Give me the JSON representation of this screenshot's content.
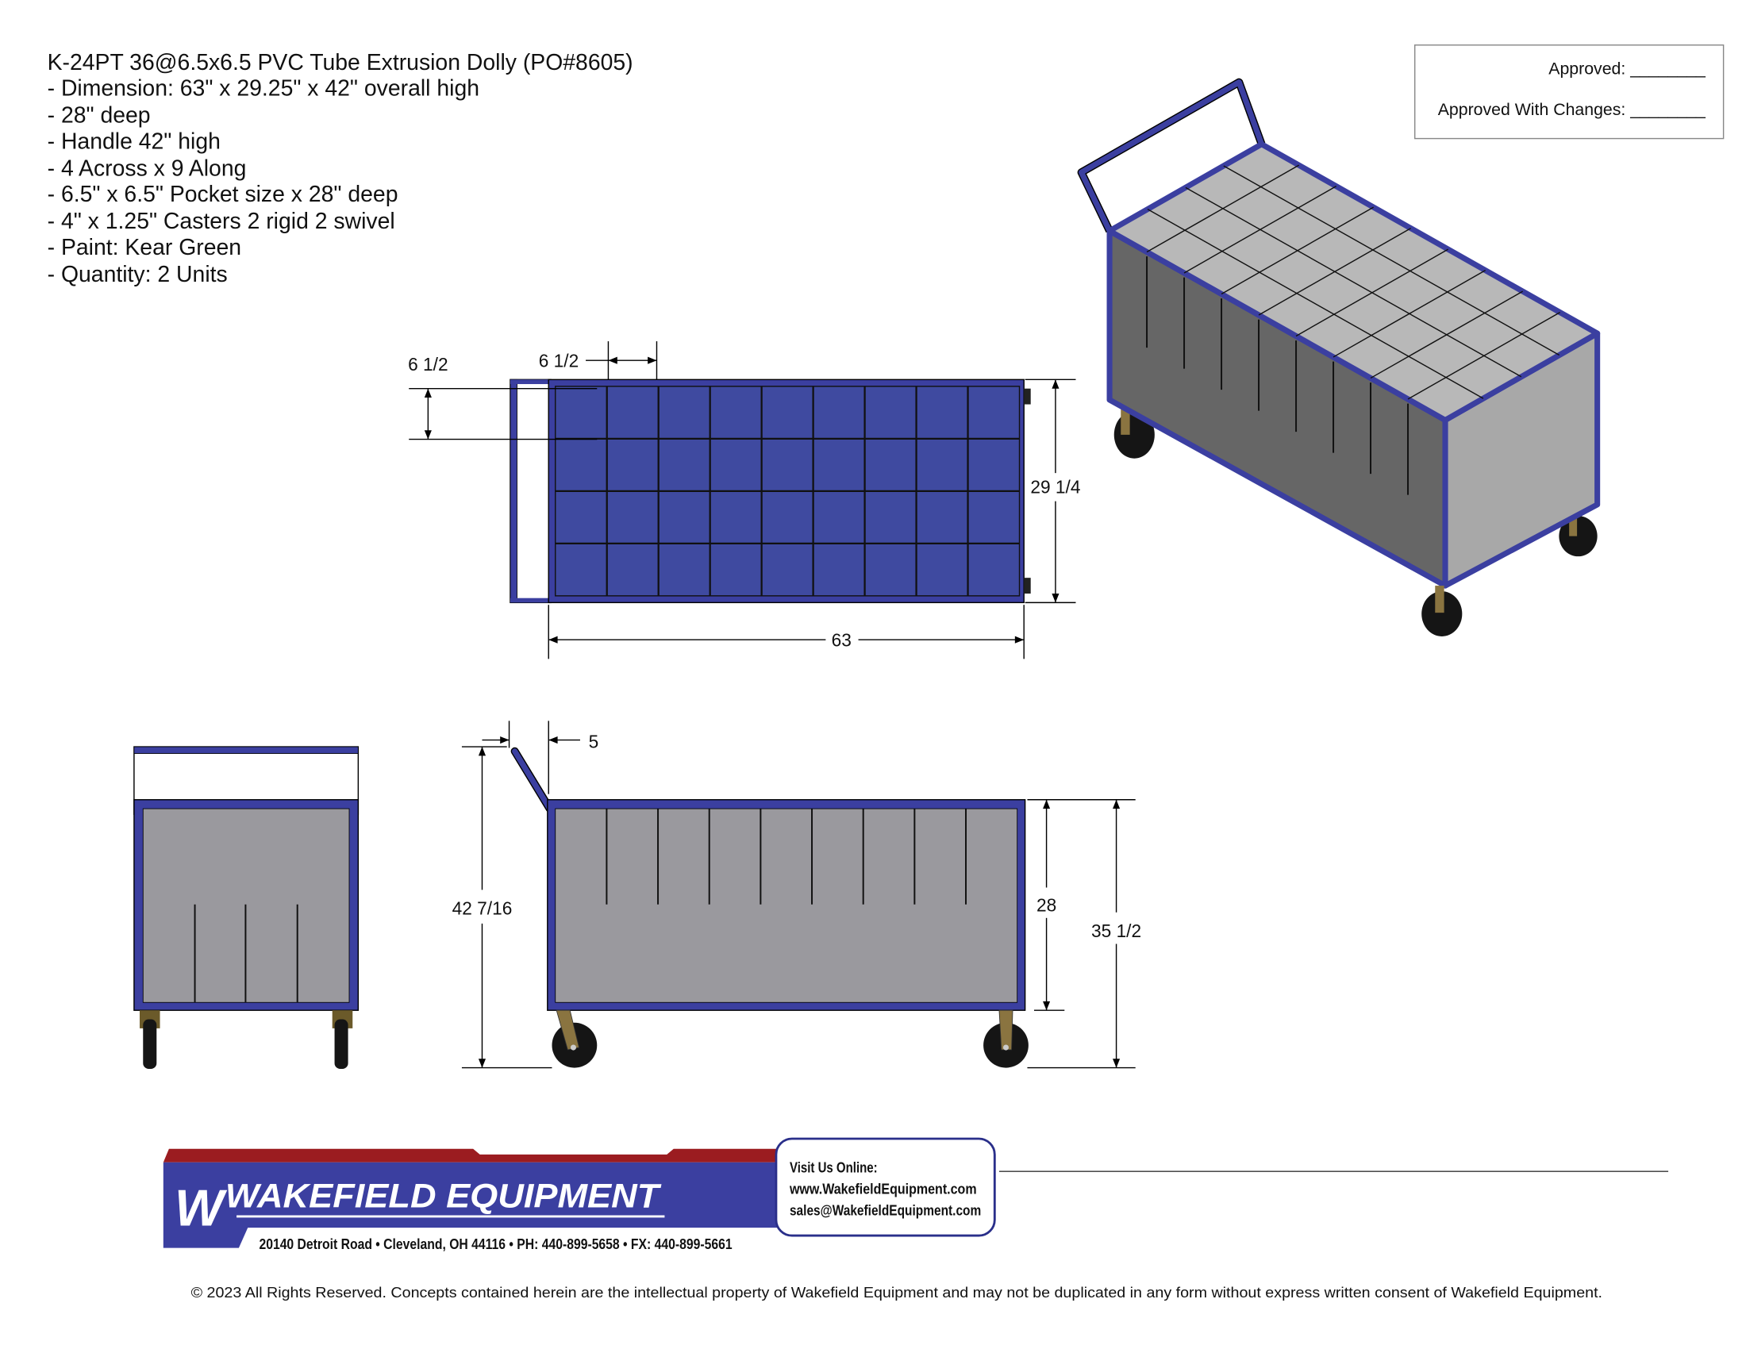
{
  "header": {
    "title": "K-24PT 36@6.5x6.5 PVC Tube Extrusion Dolly (PO#8605)",
    "specs": [
      "- Dimension: 63\" x 29.25\" x 42\" overall high",
      "- 28\" deep",
      "- Handle 42\" high",
      "- 4 Across x 9 Along",
      "- 6.5\" x 6.5\" Pocket size x 28\" deep",
      "- 4\" x 1.25\" Casters 2 rigid 2 swivel",
      "- Paint: Kear Green",
      "- Quantity: 2 Units"
    ]
  },
  "approval": {
    "approved_label": "Approved: ________",
    "approved_changes_label": "Approved With Changes: ________"
  },
  "top_view": {
    "dims": {
      "pocket_width_left": "6 1/2",
      "pocket_width_top": "6 1/2",
      "width": "29 1/4",
      "length": "63"
    },
    "rows": 4,
    "cols": 9
  },
  "side_view": {
    "dims": {
      "handle_offset": "5",
      "overall_height": "42 7/16",
      "box_depth": "28",
      "box_height": "35 1/2"
    }
  },
  "footer": {
    "logo_text": "WAKEFIELD EQUIPMENT",
    "address": "20140 Detroit Road • Cleveland, OH 44116 • PH: 440-899-5658 • FX: 440-899-5661",
    "visit_label": "Visit Us Online:",
    "website": "www.WakefieldEquipment.com",
    "email": "sales@WakefieldEquipment.com",
    "copyright": "© 2023 All Rights Reserved. Concepts contained herein are the intellectual property of Wakefield Equipment and may not be duplicated in any form without express written consent of Wakefield Equipment."
  },
  "colors": {
    "frame_blue": "#3b3fa0",
    "pocket_blue": "#3f4aa0",
    "panel_grey": "#9a999e",
    "logo_red": "#9b1c20"
  }
}
